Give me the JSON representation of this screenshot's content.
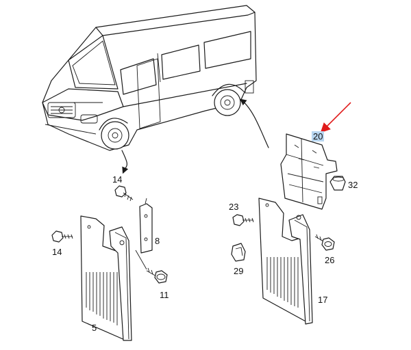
{
  "callouts": {
    "c14a": "14",
    "c14b": "14",
    "c8": "8",
    "c11": "11",
    "c5": "5",
    "c20": "20",
    "c32": "32",
    "c23": "23",
    "c26": "26",
    "c29": "29",
    "c17": "17"
  },
  "colors": {
    "highlight": "#b8d6f0",
    "pointer_arrow": "#e01b1b",
    "line": "#1a1a1a"
  }
}
